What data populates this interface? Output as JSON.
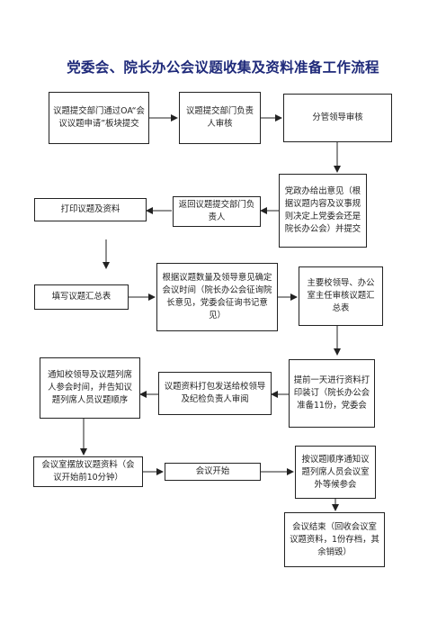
{
  "title": "党委会、院长办公会议题收集及资料准备工作流程",
  "nodes": {
    "n1": "议题提交部门通过OA“会议议题申请”板块提交",
    "n2": "议题提交部门负责人审核",
    "n3": "分管领导审核",
    "n4": "党政办给出意见（根据议题内容及议事规则决定上党委会还是院长办公会）并提交",
    "n5": "返回议题提交部门负责人",
    "n6": "打印议题及资料",
    "n7": "填写议题汇总表",
    "n8": "根据议题数量及领导意见确定会议时间（院长办公会征询院长意见，党委会征询书记意见）",
    "n9": "主要校领导、办公室主任审核议题汇总表",
    "n10": "提前一天进行资料打印装订（院长办公会准备11份，党委会",
    "n11": "议题资料打包发送给校领导及纪检负责人审阅",
    "n12": "通知校领导及议题列席人参会时间，并告知议题列席人员议题顺序",
    "n13": "会议室摆放议题资料（会议开始前10分钟）",
    "n14": "会议开始",
    "n15": "按议题顺序通知议题列席人员会议室外等候参会",
    "n16": "会议结束（回收会议室议题资料，1份存档，其余销毁）"
  }
}
